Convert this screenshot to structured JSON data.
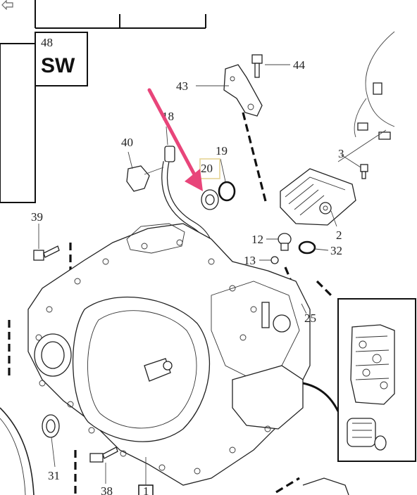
{
  "toolbar": {
    "back_icon": "back-arrow-icon"
  },
  "inset": {
    "code": "48",
    "label": "SW"
  },
  "callouts": {
    "p1": "1",
    "p2": "2",
    "p3": "3",
    "p12": "12",
    "p13": "13",
    "p18": "18",
    "p19": "19",
    "p20": "20",
    "p25": "25",
    "p31": "31",
    "p32": "32",
    "p38": "38",
    "p39": "39",
    "p40": "40",
    "p43": "43",
    "p44": "44"
  },
  "highlight": {
    "part": "20",
    "box_color": "#e8d9a0",
    "arrow_color": "#e8457a"
  }
}
